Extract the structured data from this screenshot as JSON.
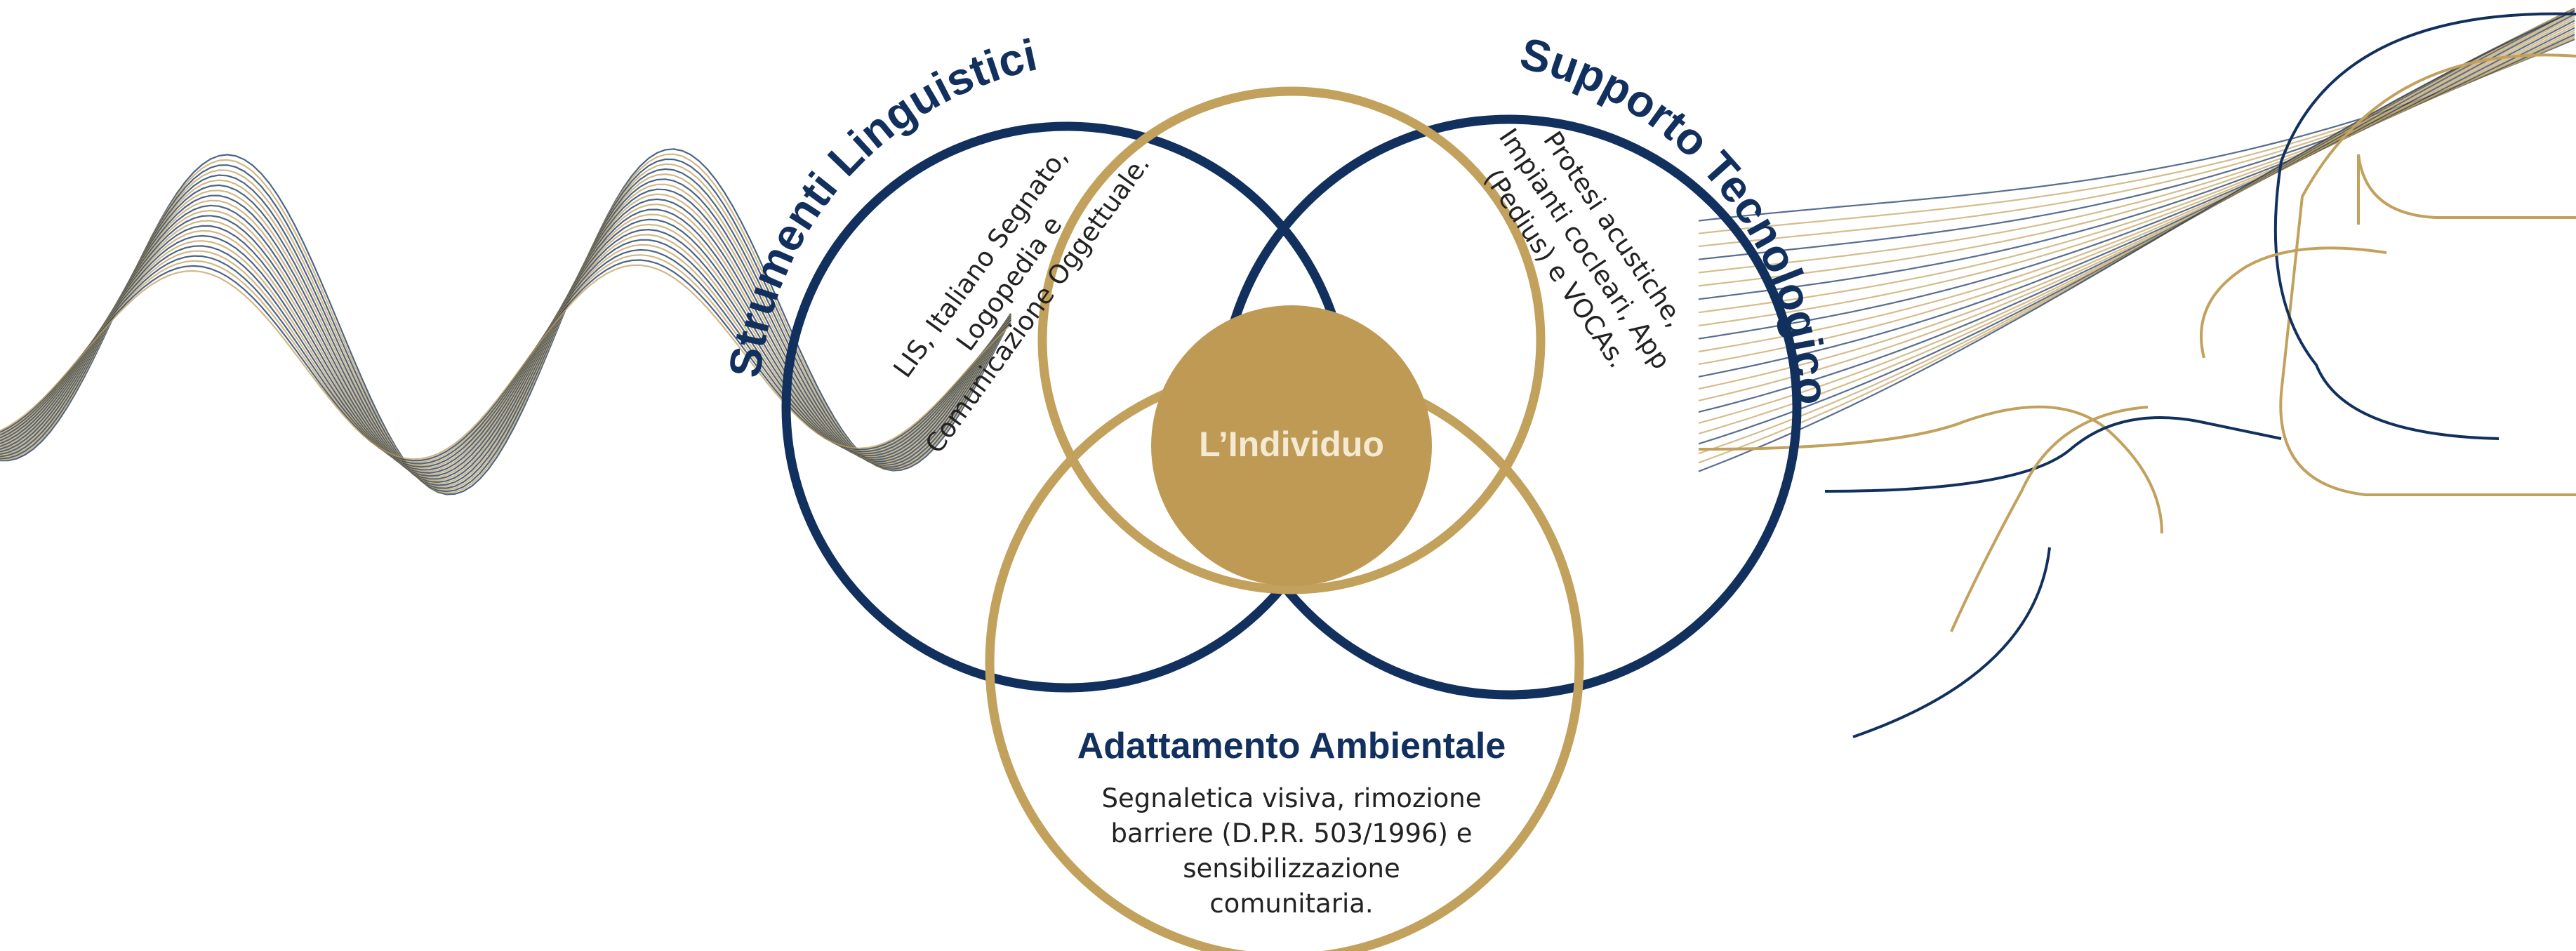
{
  "colors": {
    "navy": "#12305e",
    "gold": "#c2a15c",
    "gold_fill": "#bf9a55",
    "center_text": "#f4ead4",
    "body_text": "#222222",
    "background": "#ffffff"
  },
  "center": {
    "label": "L’Individuo"
  },
  "circles": {
    "linguistic": {
      "title": "Strumenti Linguistici",
      "lines": [
        "LIS, Italiano Segnato,",
        "Logopedia e",
        "Comunicazione Oggettuale."
      ]
    },
    "technology": {
      "title": "Supporto Tecnologico",
      "lines": [
        "Protesi acustiche,",
        "Impianti cocleari, App",
        "(Pedius) e VOCAs."
      ]
    },
    "environment": {
      "title": "Adattamento Ambientale",
      "lines": [
        "Segnaletica visiva, rimozione",
        "barriere (D.P.R. 503/1996) e",
        "sensibilizzazione",
        "comunitaria."
      ]
    }
  }
}
